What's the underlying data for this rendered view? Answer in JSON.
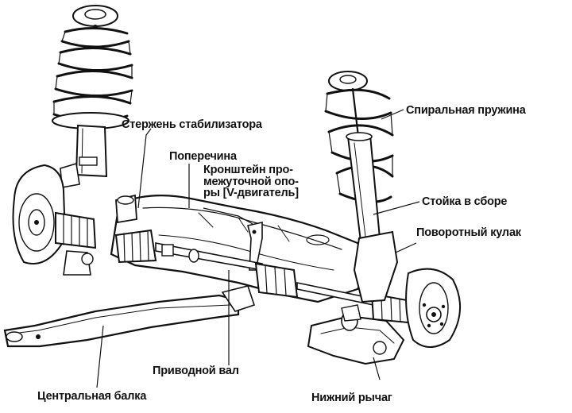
{
  "labels": {
    "stabilizer_rod": "Стержень стабилизатора",
    "coil_spring": "Спиральная пружина",
    "crossmember": "Поперечина",
    "bracket_line1": "Кронштейн про-",
    "bracket_line2": "межуточной опо-",
    "bracket_line3": "ры [V-двигатель]",
    "strut_assembly": "Стойка в сборе",
    "steering_knuckle": "Поворотный кулак",
    "drive_shaft": "Приводной вал",
    "center_beam": "Центральная балка",
    "lower_arm": "Нижний рычаг"
  }
}
